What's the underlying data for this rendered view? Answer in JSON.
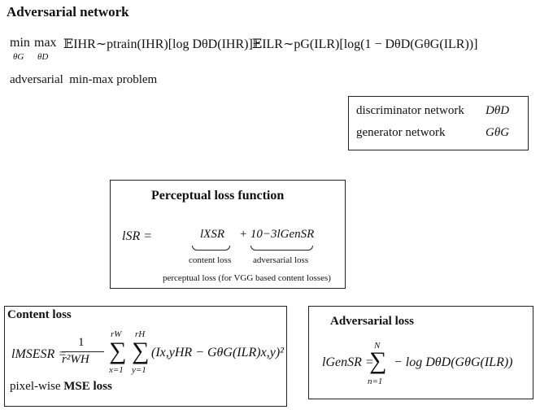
{
  "adversarial_network": {
    "title": "Adversarial network",
    "min_op": "min",
    "max_op": "max",
    "min_sub": "θG",
    "max_sub": "θD",
    "objective_part1": "𝔼IHR∼ptrain(IHR)[log DθD(IHR)]+",
    "objective_part2": "𝔼ILR∼pG(ILR)[log(1 − DθD(GθG(ILR))]",
    "caption": "adversarial  min-max problem"
  },
  "legend_box": {
    "discriminator_label": "discriminator  network",
    "discriminator_symbol": "DθD",
    "generator_label": "generator network",
    "generator_symbol": "GθG"
  },
  "perceptual_box": {
    "title": "Perceptual loss function",
    "lhs": "lSR =",
    "content_term": "lXSR",
    "plus_term": "+ 10−3lGenSR",
    "content_label": "content loss",
    "adversarial_label": "adversarial loss",
    "caption": "perceptual loss (for VGG based content losses)"
  },
  "content_box": {
    "title": "Content loss",
    "lhs": "lMSESR =",
    "fraction_num": "1",
    "fraction_den": "r²WH",
    "sum1_top": "rW",
    "sum1_bottom": "x=1",
    "sum2_top": "rH",
    "sum2_bottom": "y=1",
    "body": "(Ix,yHR − GθG(ILR)x,y)²",
    "caption_plain": "pixel-wise ",
    "caption_bold": "MSE loss"
  },
  "adv_box": {
    "title": "Adversarial loss",
    "lhs": "lGenSR =",
    "sum_top": "N",
    "sum_bottom": "n=1",
    "body": "− log DθD(GθG(ILR))"
  }
}
